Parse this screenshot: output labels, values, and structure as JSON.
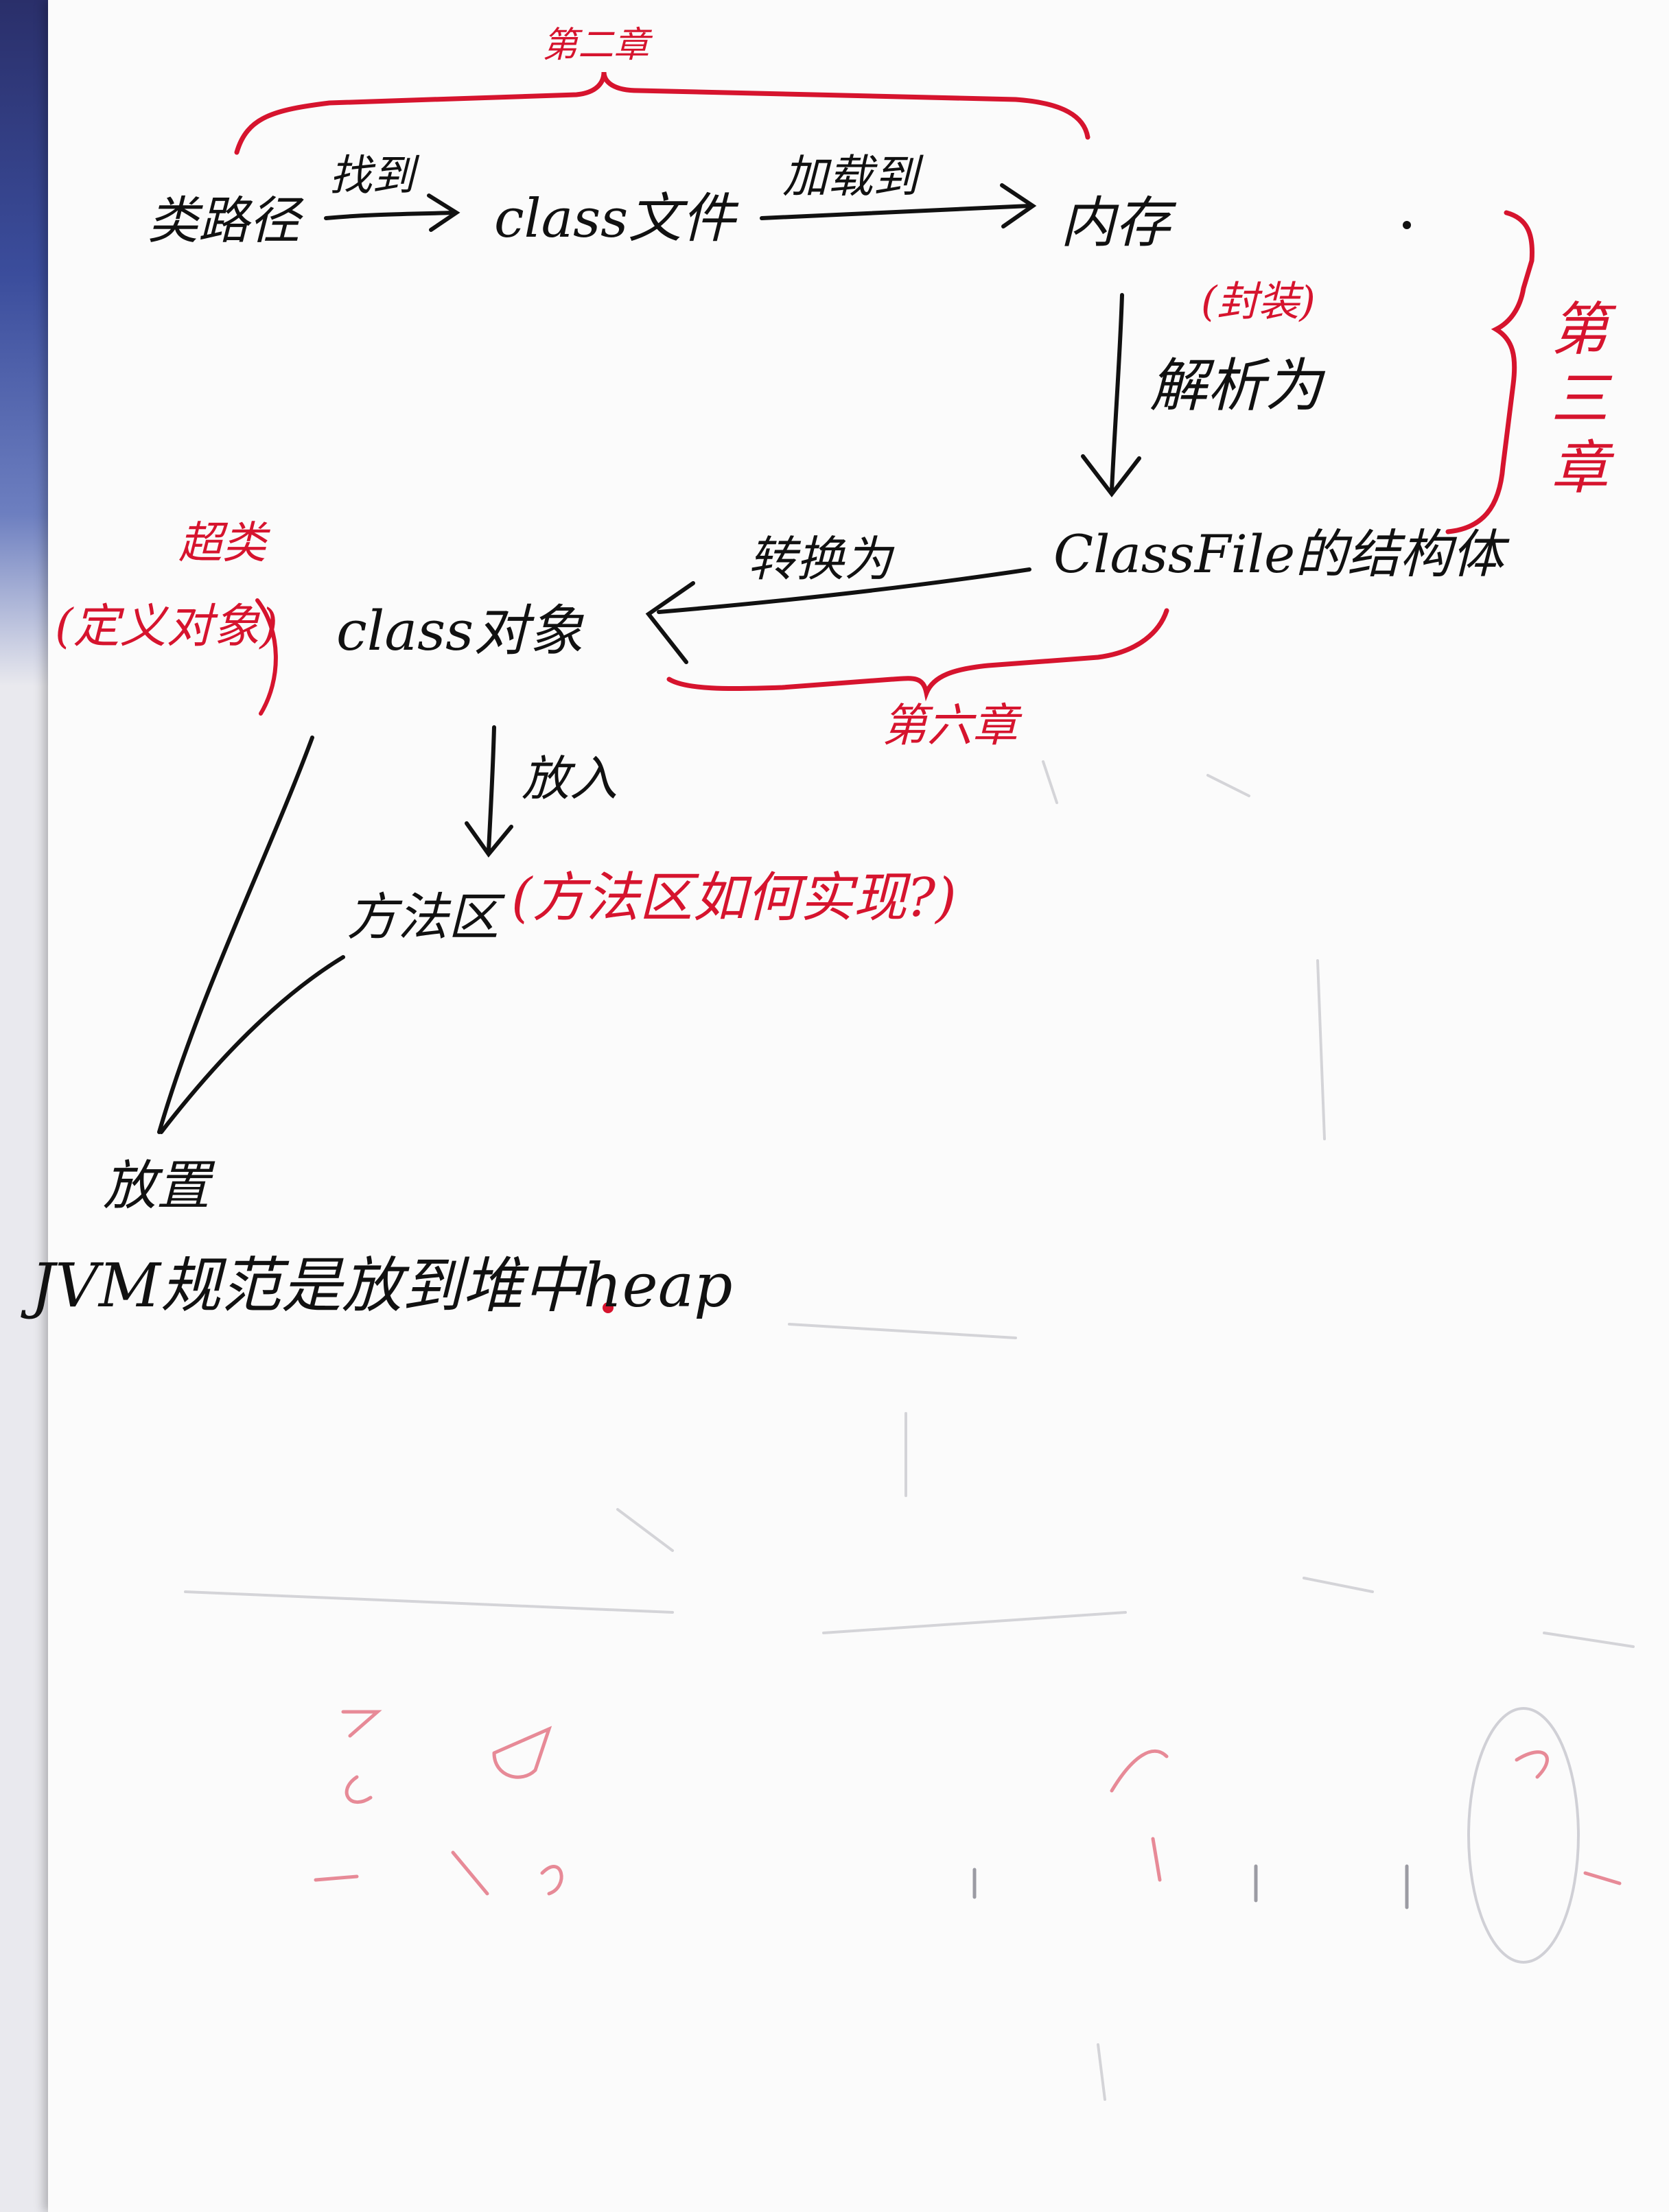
{
  "labels": {
    "chapter2": "第二章",
    "class_path": "类路径",
    "find_to": "找到",
    "class_file": "class文件",
    "load_to": "加载到",
    "memory": "内存",
    "parse_into": "解析为",
    "parse_note": "(封装)",
    "chapter3": "第三章",
    "classfile_struct": "ClassFile的结构体",
    "convert_to": "转换为",
    "chapter6": "第六章",
    "class_object": "class对象",
    "class_object_note": "(定义对象)",
    "class_object_tag": "超类",
    "put_into": "放入",
    "method_area": "方法区",
    "method_area_question": "(方法区如何实现?)",
    "placement": "放置",
    "jvm_heap": "JVM规范是放到堆中heap"
  },
  "colors": {
    "ink": "#111111",
    "red": "#d6142e",
    "paper": "#fbfbfb"
  }
}
